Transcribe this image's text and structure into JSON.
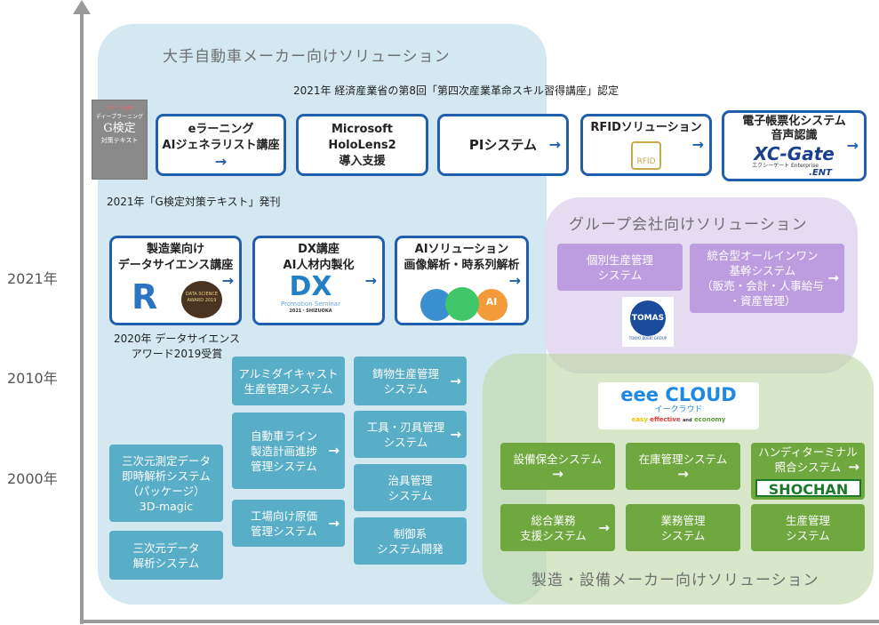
{
  "axis": {
    "years": [
      "2021年",
      "2010年",
      "2000年"
    ],
    "color": "#999999"
  },
  "regions": {
    "automaker": {
      "title": "大手自動車メーカー向けソリューション",
      "color": "#d4e8f1"
    },
    "group": {
      "title": "グループ会社向けソリューション",
      "color": "#e6dcf2"
    },
    "manufacturer": {
      "title": "製造・設備メーカー向けソリューション",
      "color": "#d4e5c3"
    }
  },
  "notes": {
    "meti": "2021年 経済産業省の第8回「第四次産業革命スキル習得講座」認定",
    "gkentei": "2021年「G検定対策テキスト」発刊",
    "award_line1": "2020年 データサイエンス",
    "award_line2": "アワード2019受賞"
  },
  "book": {
    "line1": "スピード合格",
    "line2": "ディープラーニング",
    "title": "G検定",
    "subtitle": "対策テキスト"
  },
  "cards_row1": [
    {
      "line1": "eラーニング",
      "line2": "AIジェネラリスト講座"
    },
    {
      "line1": "Microsoft HoloLens2",
      "line2": "導入支援"
    },
    {
      "line1": "PIシステム"
    },
    {
      "line1": "RFIDソリューション",
      "logo": "RFID"
    },
    {
      "line1": "電子帳票化システム",
      "line2": "音声認識",
      "logo": "XC-Gate",
      "logo_sub": "エクシーゲート Enterprise",
      "logo_ent": ".ENT"
    }
  ],
  "cards_row2": [
    {
      "line1": "製造業向け",
      "line2": "データサイエンス講座",
      "badge": "DATA SCIENCE AWARD 2019"
    },
    {
      "line1": "DX講座",
      "line2": "AI人材内製化",
      "logo": "DX",
      "logo_sub": "Promotion Seminar",
      "logo_sub2": "2021・SHIZUOKA"
    },
    {
      "line1": "AIソリューション",
      "line2": "画像解析・時系列解析",
      "circle": "AI"
    }
  ],
  "group_boxes": [
    {
      "label": "個別生産管理\nシステム"
    },
    {
      "label": "統合型オールインワン\n基幹システム\n（販売・会計・人事給与\n・資産管理）"
    }
  ],
  "tomas": {
    "logo": "TOMAS",
    "sub": "TOKYO BOEKI GROUP"
  },
  "teal_boxes": [
    {
      "label": "アルミダイキャスト\n生産管理システム"
    },
    {
      "label": "鋳物生産管理\nシステム"
    },
    {
      "label": "自動車ライン\n製造計画進捗\n管理システム"
    },
    {
      "label": "工具・刃具管理\nシステム"
    },
    {
      "label": "治具管理\nシステム"
    },
    {
      "label": "工場向け原価\n管理システム"
    },
    {
      "label": "制御系\nシステム開発"
    },
    {
      "label": "三次元測定データ\n即時解析システム\n（パッケージ）\n3D-magic"
    },
    {
      "label": "三次元データ\n解析システム"
    }
  ],
  "eee_cloud": {
    "title": "eee CLOUD",
    "kana": "イークラウド",
    "tag1": "easy",
    "tag2": "effective",
    "tag3": "and",
    "tag4": "economy"
  },
  "green_boxes": [
    {
      "label": "設備保全システム"
    },
    {
      "label": "在庫管理システム"
    },
    {
      "label": "ハンディターミナル\n照合システム"
    },
    {
      "label": "総合業務\n支援システム"
    },
    {
      "label": "業務管理\nシステム"
    },
    {
      "label": "生産管理\nシステム"
    }
  ],
  "shochan": "SHOCHAN",
  "arrow": "→"
}
